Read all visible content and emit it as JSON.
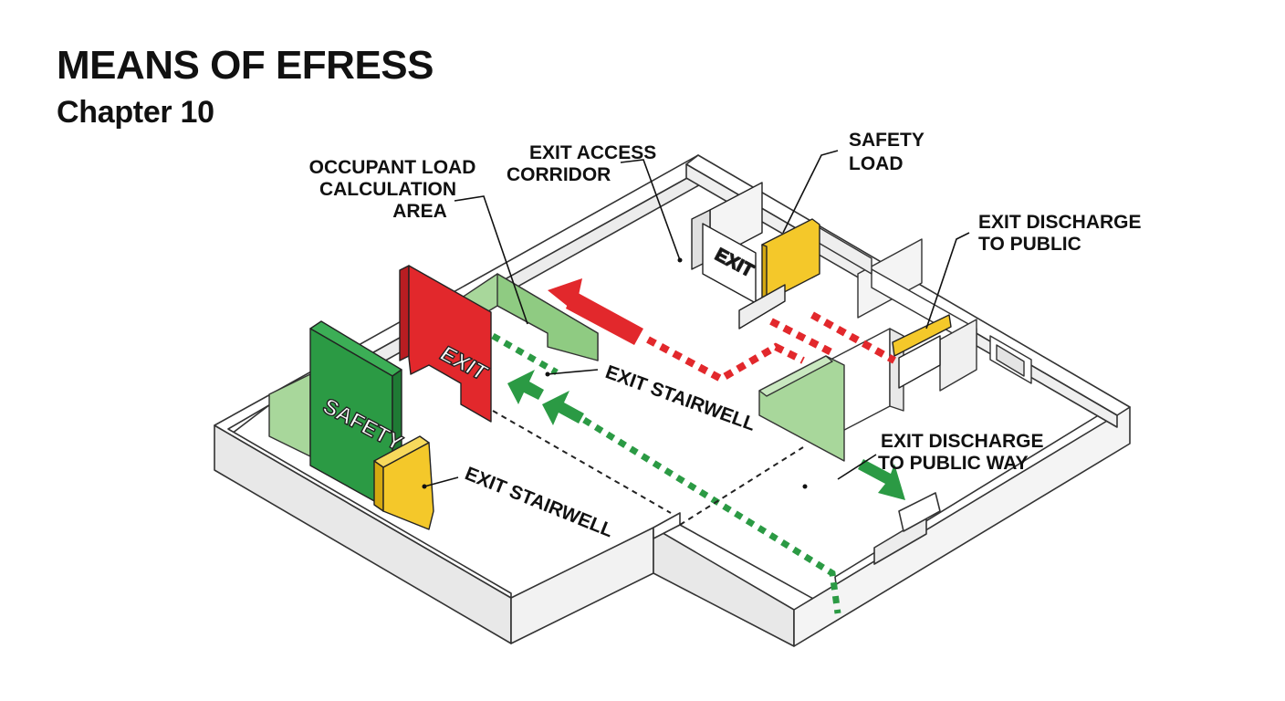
{
  "header": {
    "title": "MEANS OF EFRESS",
    "subtitle": "Chapter 10"
  },
  "labels": {
    "occupant_load": [
      "OCCUPANT LOAD",
      "CALCULATION",
      "AREA"
    ],
    "exit_access_corridor": [
      "EXIT ACCESS",
      "CORRIDOR"
    ],
    "safety_load": [
      "SAFETY",
      "LOAD"
    ],
    "exit_discharge_public": [
      "EXIT DISCHARGE",
      "TO PUBLIC"
    ],
    "exit_stairwell_center": "EXIT STAIRWELL",
    "exit_stairwell_left": "EXIT STAIRWELL",
    "exit_discharge_public_way": [
      "EXIT DISCHARGE",
      "TO PUBLIC WAY"
    ]
  },
  "signs": {
    "red_exit": "EXIT",
    "white_exit": "EXIT",
    "green_safety": "SAFETY"
  },
  "colors": {
    "red": "#e2282c",
    "green": "#2b9a44",
    "light_green": "#9ccf8f",
    "yellow": "#f4c82a",
    "wall_top": "#ffffff",
    "wall_side": "#e6e6e6",
    "outline": "#333333"
  }
}
